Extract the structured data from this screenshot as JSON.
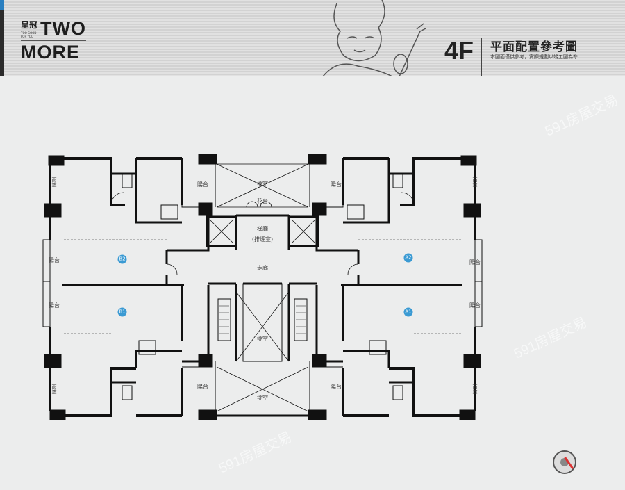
{
  "brand": {
    "logo_cn": "呈冠",
    "logo_tagline": "TOO GOOD FOR YOU",
    "logo_line1": "TWO",
    "logo_line2": "MORE"
  },
  "header": {
    "floor": "4F",
    "title": "平面配置參考圖",
    "subtitle": "本圖面僅供參考，實際規劃以竣工圖為準"
  },
  "plan": {
    "balcony": "陽台",
    "void": "挑空",
    "planter": "花台",
    "lobby": "梯廳",
    "lobby_sub": "(排煙室)",
    "corridor": "走廊",
    "canopy": "雨遮",
    "units": [
      "B2",
      "A2",
      "B1",
      "A1"
    ]
  },
  "watermark": "591房屋交易"
}
